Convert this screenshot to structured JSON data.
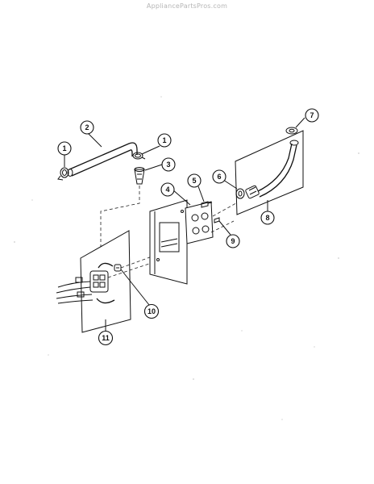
{
  "watermark": "AppliancePartsPros.com",
  "callouts": [
    {
      "id": "1a",
      "label": "1"
    },
    {
      "id": "1b",
      "label": "1"
    },
    {
      "id": "2",
      "label": "2"
    },
    {
      "id": "3",
      "label": "3"
    },
    {
      "id": "4",
      "label": "4"
    },
    {
      "id": "5",
      "label": "5"
    },
    {
      "id": "6",
      "label": "6"
    },
    {
      "id": "7",
      "label": "7"
    },
    {
      "id": "8",
      "label": "8"
    },
    {
      "id": "9",
      "label": "9"
    },
    {
      "id": "10",
      "label": "10"
    },
    {
      "id": "11",
      "label": "11"
    }
  ]
}
